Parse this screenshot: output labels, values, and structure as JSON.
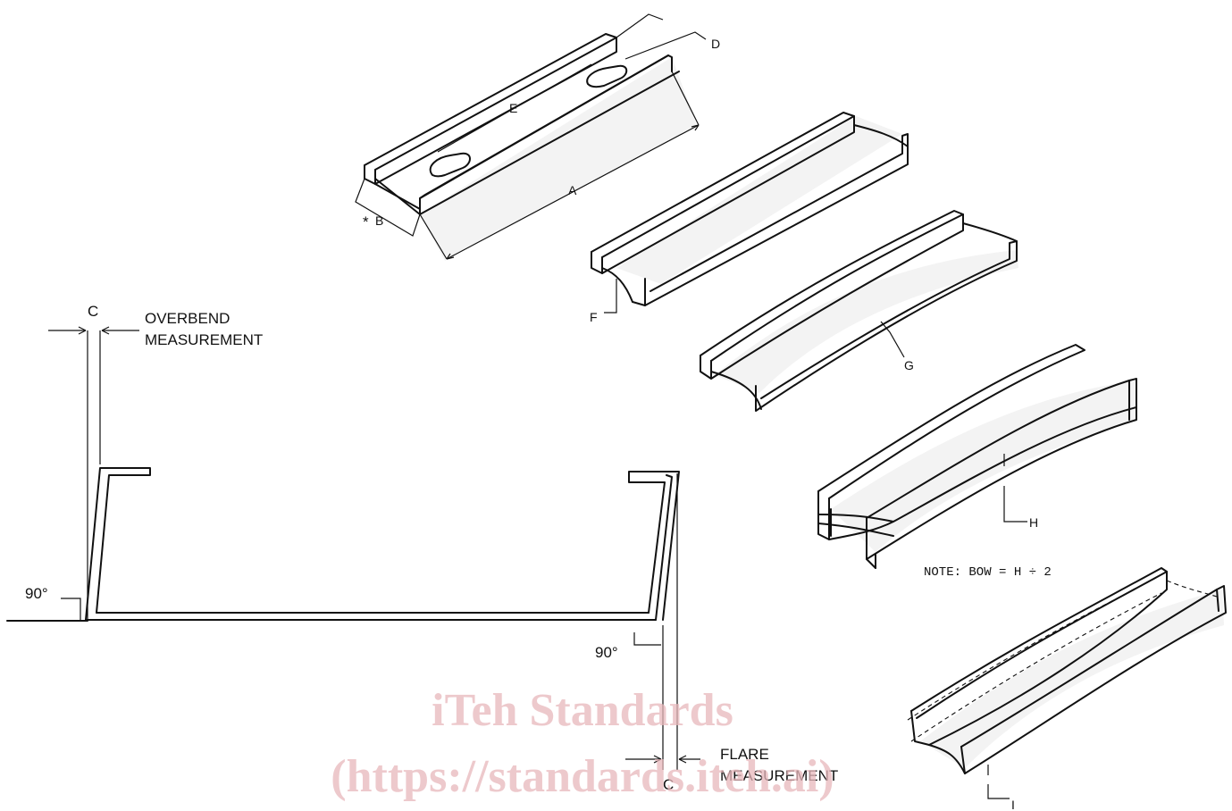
{
  "labels": {
    "a": "A",
    "b": "B",
    "b_marker": "*",
    "c_top": "C",
    "c_bottom": "C",
    "d": "D",
    "e": "E",
    "f": "F",
    "g": "G",
    "h": "H",
    "i": "I",
    "overbend_line1": "OVERBEND",
    "overbend_line2": "MEASUREMENT",
    "flare_line1": "FLARE",
    "flare_line2": "MEASUREMENT",
    "angle_left": "90°",
    "angle_right": "90°",
    "note": "NOTE: BOW = H ÷ 2"
  },
  "watermark": {
    "line1": "iTeh Standards",
    "line2": "(https://standards.iteh.ai)",
    "color": "#e8b8bc"
  }
}
